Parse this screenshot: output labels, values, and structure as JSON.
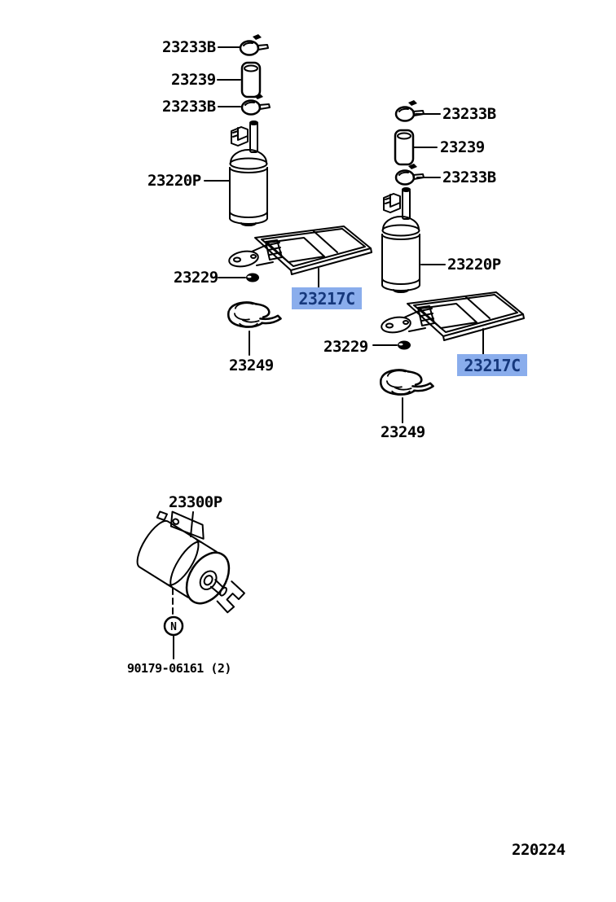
{
  "page": {
    "drawing_number": "220224"
  },
  "colors": {
    "highlight_bg": "#8aadec",
    "highlight_text": "#16387c",
    "line_color": "#000000",
    "background": "#ffffff"
  },
  "assemblies": {
    "left": {
      "clamp_top": "23233B",
      "tube": "23239",
      "clamp_bottom": "23233B",
      "pump": "23220P",
      "grommet": "23229",
      "filter": "23217C",
      "cushion": "23249"
    },
    "right": {
      "clamp_top": "23233B",
      "tube": "23239",
      "clamp_bottom": "23233B",
      "pump": "23220P",
      "grommet": "23229",
      "filter": "23217C",
      "cushion": "23249"
    },
    "fuel_filter": {
      "filter": "23300P",
      "nut": "90179-06161 (2)",
      "nut_symbol": "N"
    }
  }
}
